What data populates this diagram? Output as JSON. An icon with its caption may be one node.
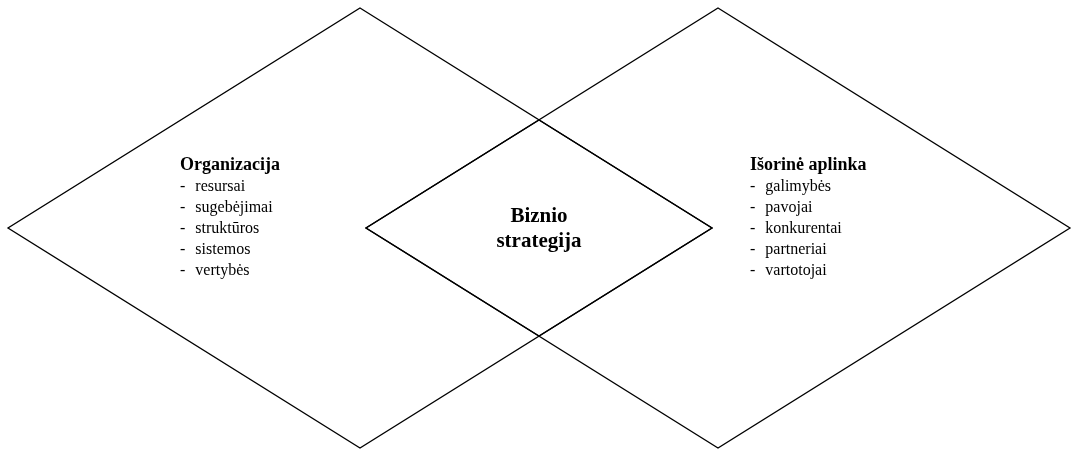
{
  "diagram": {
    "nodes": [
      {
        "text": [
          "Organizacija",
          "- resursai",
          "- sugebėjimai",
          "- struktūros",
          "- sistemos",
          "- vertybės"
        ]
      },
      {
        "text": [
          "Išorinė aplinka",
          "- galimybės",
          "- pavojai",
          "- konkurentai",
          "- partneriai",
          "- vartotojai"
        ]
      },
      {
        "text": [
          "Biznio strategija"
        ]
      }
    ]
  }
}
